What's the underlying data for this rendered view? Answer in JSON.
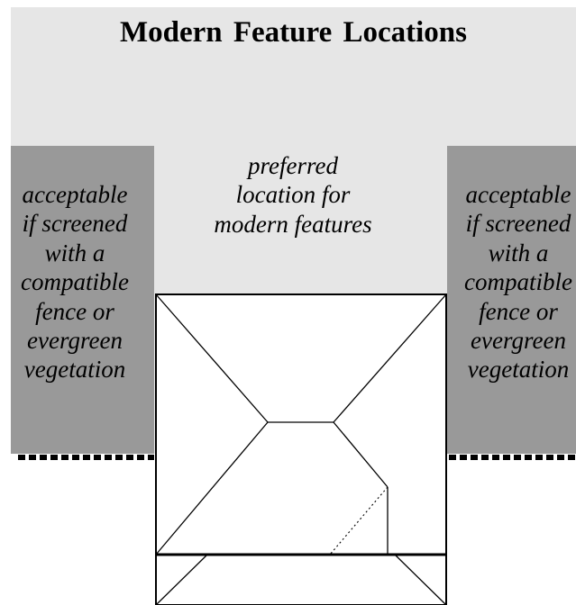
{
  "title": "Modern Feature Locations",
  "left_zone": {
    "text": "acceptable\nif screened\nwith a\ncompatible\nfence or\nevergreen\nvegetation"
  },
  "center_zone": {
    "text": "preferred\nlocation for\nmodern features"
  },
  "right_zone": {
    "text": "acceptable\nif screened\nwith a\ncompatible\nfence or\nevergreen\nvegetation"
  },
  "colors": {
    "background_light": "#e6e6e6",
    "screened_zone": "#999999",
    "lines": "#000000"
  }
}
